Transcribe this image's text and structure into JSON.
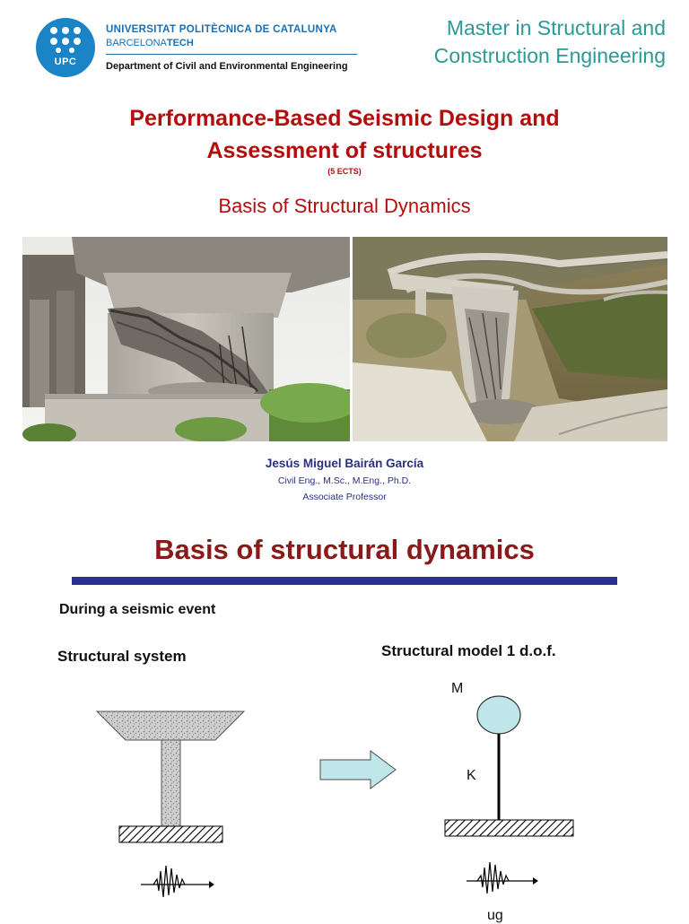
{
  "header": {
    "logo_text": "UPC",
    "university_name": "UNIVERSITAT POLITÈCNICA DE CATALUNYA",
    "university_sub_plain": "BARCELONA",
    "university_sub_bold": "TECH",
    "department": "Department of Civil and Environmental Engineering",
    "master_line1": "Master in Structural and",
    "master_line2": "Construction Engineering"
  },
  "course": {
    "title_line1": "Performance-Based Seismic Design and",
    "title_line2": "Assessment of structures",
    "ects": "(5 ECTS)",
    "subtitle": "Basis of Structural Dynamics"
  },
  "author": {
    "name": "Jesús Miguel Bairán García",
    "credentials": "Civil Eng., M.Sc., M.Eng., Ph.D.",
    "role": "Associate Professor"
  },
  "slide2": {
    "title": "Basis of structural dynamics",
    "intro": "During a seismic event",
    "system_label": "Structural system",
    "model_label": "Structural model 1 d.o.f.",
    "mass_label": "M",
    "stiffness_label": "K",
    "ground_motion_label": "ug"
  },
  "colors": {
    "brand_blue": "#1a84c7",
    "master_teal": "#2b9a96",
    "title_red": "#b50d0d",
    "author_navy": "#2a3180",
    "divider_navy": "#2c2f8f",
    "arrow_fill": "#bfe6e8",
    "mass_fill": "#bfe6e8"
  }
}
